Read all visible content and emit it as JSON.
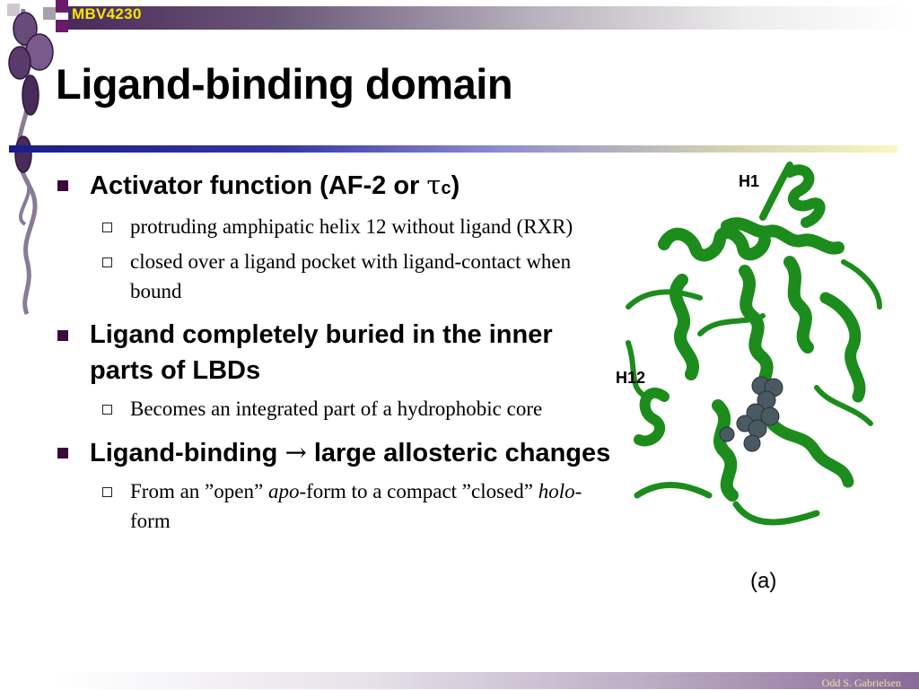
{
  "header": {
    "course_code": "MBV4230"
  },
  "title": "Ligand-binding domain",
  "bullets": [
    {
      "prefix": "Activator function (AF-2 or ",
      "tau": "τ",
      "sub": "c",
      "suffix": ")",
      "subitems": [
        {
          "text": "protruding amphipatic helix 12 without ligand (RXR)"
        },
        {
          "text": "closed over a ligand pocket with ligand-contact when bound"
        }
      ]
    },
    {
      "text": "Ligand completely buried in the inner parts of LBDs",
      "subitems": [
        {
          "text": "Becomes an integrated part of a hydrophobic core"
        }
      ]
    },
    {
      "prefix": "Ligand-binding ",
      "arrow": "→",
      "suffix": " large allosteric changes",
      "subitems": [
        {
          "parts": [
            "From an ”open” ",
            "apo",
            "-form to a compact ”closed” ",
            "holo",
            "-form"
          ]
        }
      ]
    }
  ],
  "figure": {
    "labels": {
      "helix1": "H1",
      "helix12": "H12"
    },
    "caption": "(a)"
  },
  "footer": {
    "author": "Odd S. Gabrielsen"
  },
  "colors": {
    "protein_green": "#1c8c1c",
    "ligand_gray": "#4a5a62",
    "bullet": "#3a0a3a",
    "course_code_text": "#f4e800"
  },
  "icons": [
    "vine-decoration",
    "square-bullet",
    "hollow-box-bullet",
    "right-arrow"
  ]
}
